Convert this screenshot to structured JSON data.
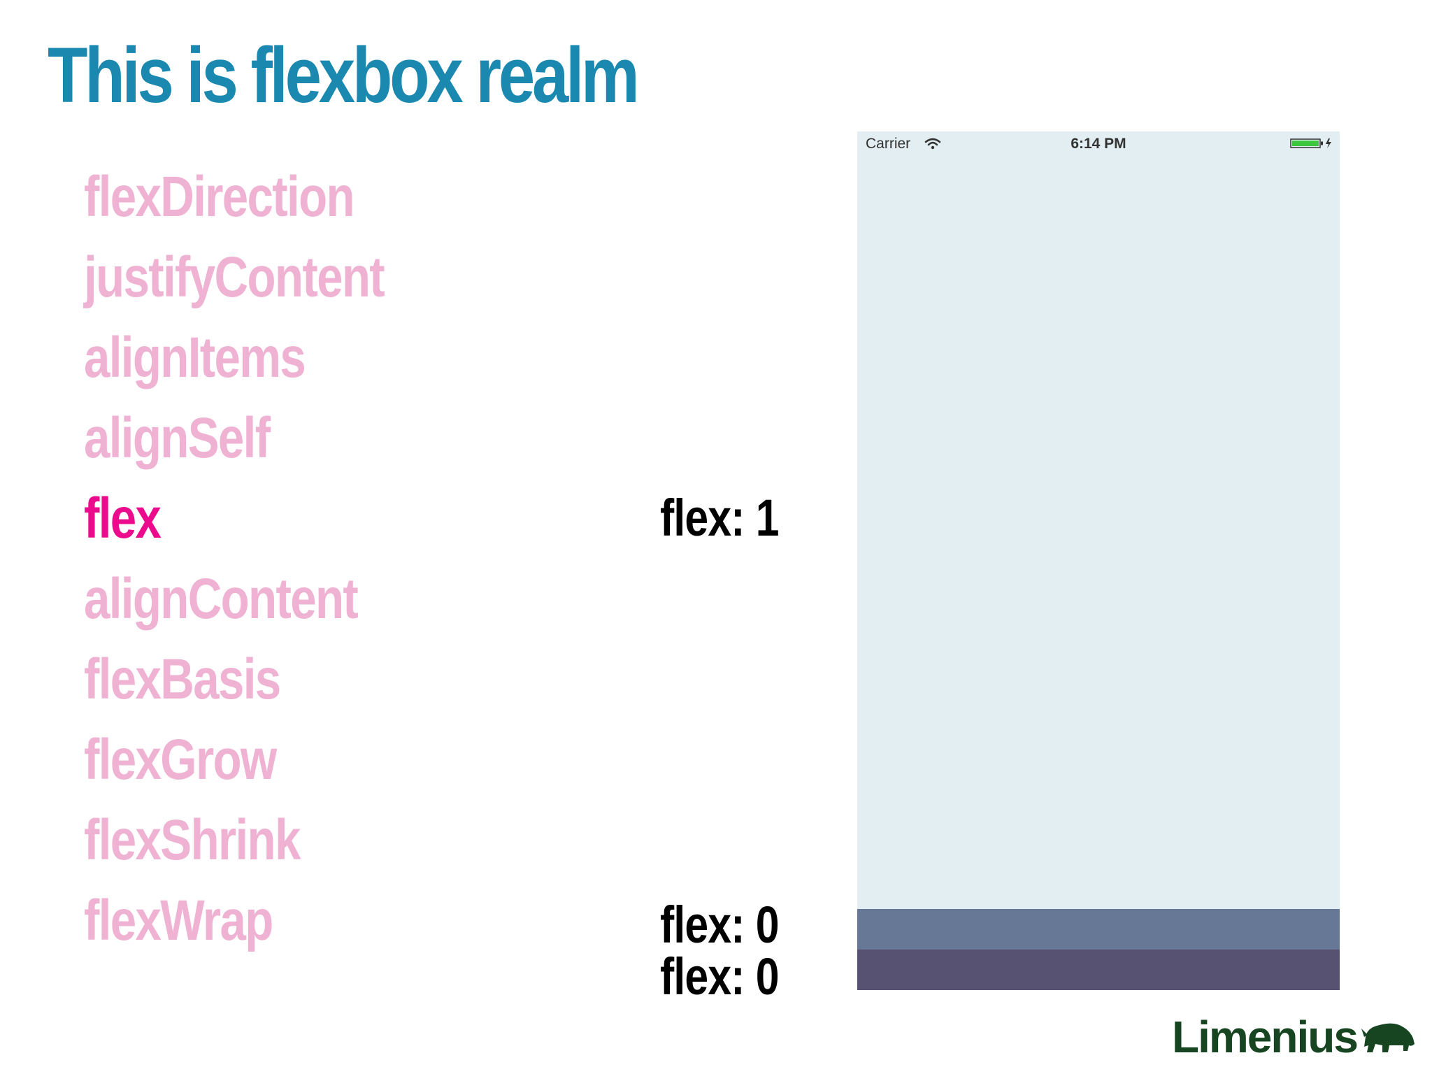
{
  "slide": {
    "title": "This is flexbox realm"
  },
  "properties": [
    {
      "label": "flexDirection",
      "active": false
    },
    {
      "label": "justifyContent",
      "active": false
    },
    {
      "label": "alignItems",
      "active": false
    },
    {
      "label": "alignSelf",
      "active": false
    },
    {
      "label": "flex",
      "active": true
    },
    {
      "label": "alignContent",
      "active": false
    },
    {
      "label": "flexBasis",
      "active": false
    },
    {
      "label": "flexGrow",
      "active": false
    },
    {
      "label": "flexShrink",
      "active": false
    },
    {
      "label": "flexWrap",
      "active": false
    }
  ],
  "annotations": {
    "main": "flex: 1",
    "box_a": "flex: 0",
    "box_b": "flex: 0"
  },
  "phone": {
    "carrier": "Carrier",
    "time": "6:14 PM",
    "icons": [
      "wifi-icon",
      "battery-icon"
    ]
  },
  "colors": {
    "title": "#1b88b0",
    "property": "#efb2d2",
    "property_active": "#ec0b8c",
    "screen_background": "#e2eef1",
    "box_a": "#677896",
    "box_b": "#585272",
    "logo": "#174521"
  },
  "logo": {
    "text": "Limenius",
    "icon": "rhino-icon"
  }
}
